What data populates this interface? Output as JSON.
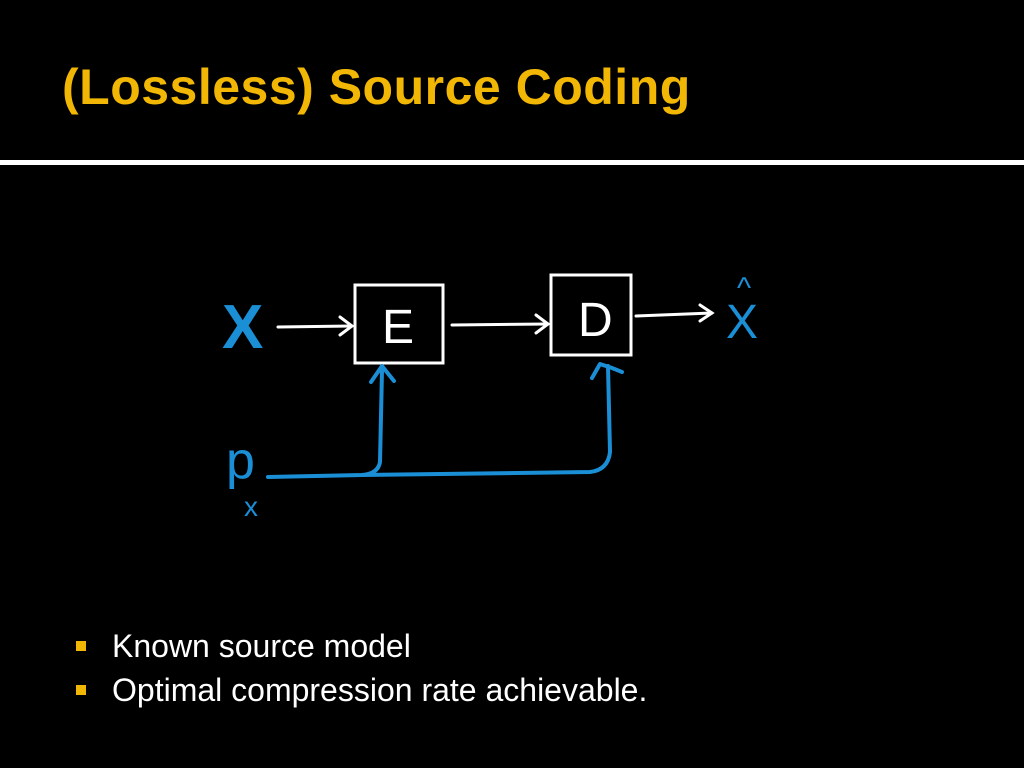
{
  "slide": {
    "title": "(Lossless) Source Coding",
    "accent_color": "#f2b705",
    "ink_color": "#1b8fd6"
  },
  "diagram": {
    "input_label": "X",
    "encoder_label": "E",
    "decoder_label": "D",
    "output_label": "X",
    "output_hat": "^",
    "model_label": "p",
    "model_subscript": "x"
  },
  "bullets": [
    {
      "text": "Known source model"
    },
    {
      "text": "Optimal compression rate achievable."
    }
  ]
}
